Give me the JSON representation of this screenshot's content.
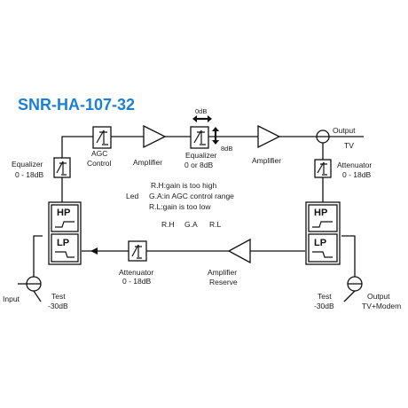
{
  "title": "SNR-HA-107-32",
  "labels": {
    "agc_control": [
      "AGC",
      "Control"
    ],
    "amplifier_1": "Amplifier",
    "equalizer_top_db": "0dB",
    "equalizer_8db": "8dB",
    "equalizer_mid": [
      "Equalizer",
      "0 or 8dB"
    ],
    "amplifier_2": "Amplifier",
    "output_tv": [
      "Output",
      "TV"
    ],
    "equalizer_left": [
      "Equalizer",
      "0 - 18dB"
    ],
    "attenuator_right": [
      "Attenuator",
      "0 - 18dB"
    ],
    "hp": "HP",
    "lp": "LP",
    "led_word": "Led",
    "led_lines": [
      "R.H:gain is too high",
      "G.A:in AGC control range",
      "R.L:gain is too low"
    ],
    "led_indicators": [
      "R.H",
      "G.A",
      "R.L"
    ],
    "attenuator_bottom": [
      "Attenuator",
      "0 - 18dB"
    ],
    "amplifier_reserve": [
      "Amplifier",
      "Reserve"
    ],
    "input": "Input",
    "test_left": [
      "Test",
      "-30dB"
    ],
    "test_right": [
      "Test",
      "-30dB"
    ],
    "output_modem": [
      "Output",
      "TV+Modem"
    ]
  },
  "colors": {
    "title": "#1a7fd6",
    "line": "#111111",
    "background": "#ffffff"
  },
  "icons": [
    "adjustable-equalizer-icon",
    "adjustable-attenuator-icon",
    "amplifier-triangle-icon",
    "directional-coupler-icon",
    "high-pass-filter-icon",
    "low-pass-filter-icon"
  ]
}
